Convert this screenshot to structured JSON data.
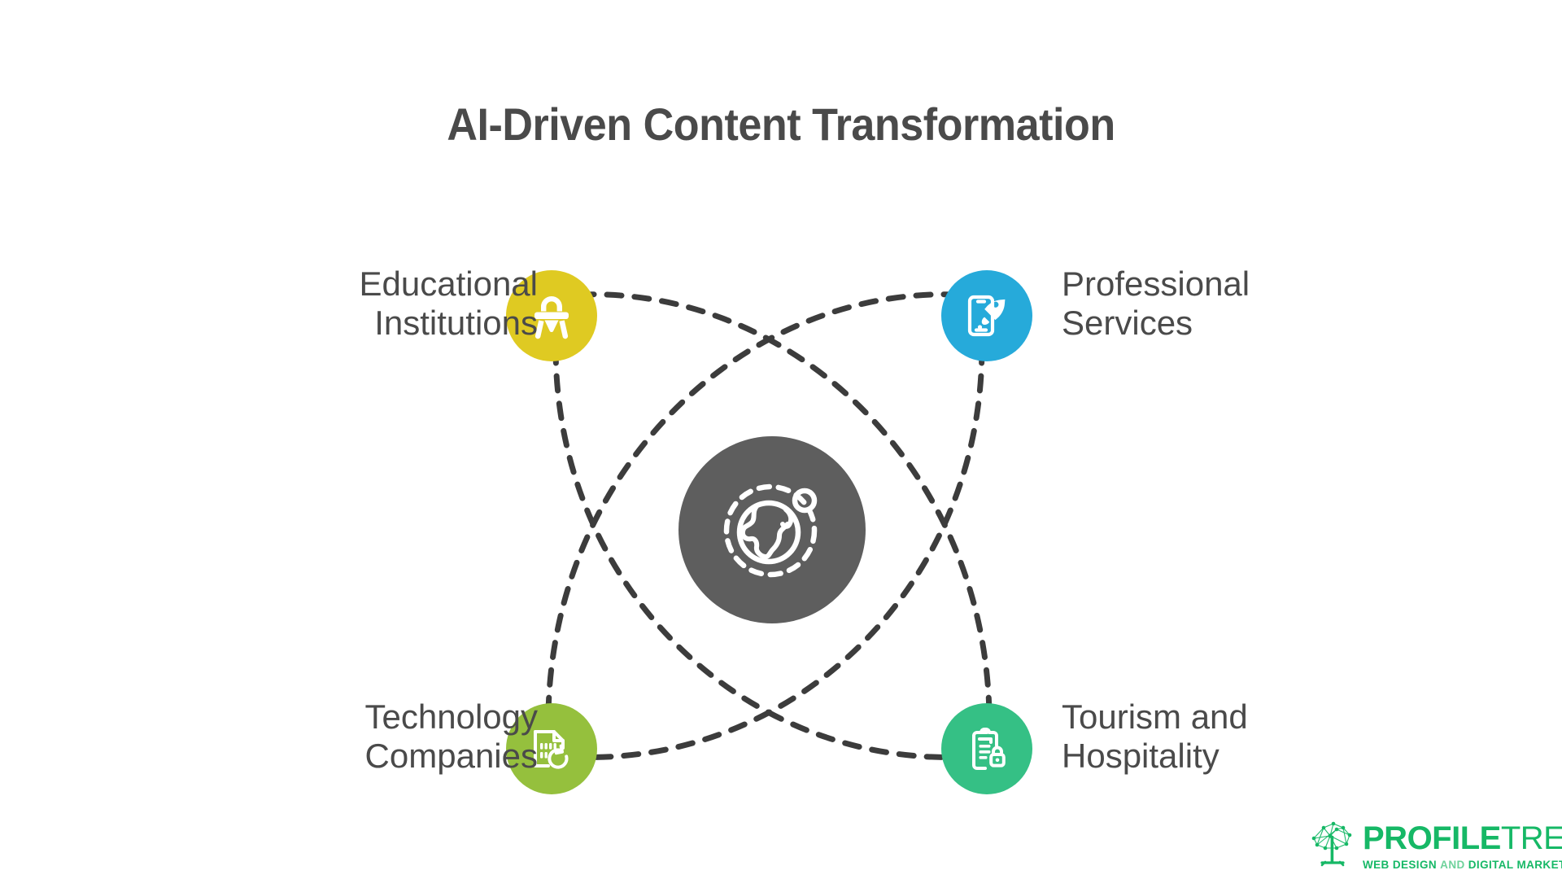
{
  "slide": {
    "title": "AI-Driven Content Transformation",
    "background_color": "#FFFFFF",
    "title_color": "#4A4A4A"
  },
  "diagram": {
    "type": "hub-and-spoke",
    "center": {
      "label": "",
      "icon": "globe-orbit-icon",
      "color": "#5E5E5E",
      "icon_color": "#FFFFFF"
    },
    "connector": {
      "style": "dashed",
      "color": "#3C3C3C",
      "dash_pattern": "18 16",
      "width": 7
    },
    "nodes": [
      {
        "id": "educational-institutions",
        "label": "Educational\nInstitutions",
        "position": "top-left",
        "color": "#DFCA22",
        "icon": "lectern-teacher-icon",
        "icon_color": "#FFFFFF",
        "label_align": "right"
      },
      {
        "id": "professional-services",
        "label": "Professional\nServices",
        "position": "top-right",
        "color": "#26AADA",
        "icon": "mobile-rocket-icon",
        "icon_color": "#FFFFFF",
        "label_align": "left"
      },
      {
        "id": "technology-companies",
        "label": "Technology\nCompanies",
        "position": "bottom-left",
        "color": "#95C03D",
        "icon": "data-file-refresh-icon",
        "icon_color": "#FFFFFF",
        "label_align": "right"
      },
      {
        "id": "tourism-and-hospitality",
        "label": "Tourism and\nHospitality",
        "position": "bottom-right",
        "color": "#35C085",
        "icon": "clipboard-lock-icon",
        "icon_color": "#FFFFFF",
        "label_align": "left"
      }
    ]
  },
  "logo": {
    "mark": "network-tree-icon",
    "word_primary": "PROFILE",
    "word_secondary": "TREE",
    "tagline_part1": "WEB DESIGN",
    "tagline_part2": "AND",
    "tagline_part3": "DIGITAL MARKETING",
    "color": "#16B866"
  }
}
